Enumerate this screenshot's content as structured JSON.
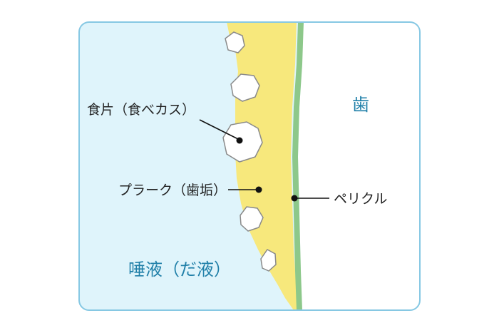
{
  "labels": {
    "tooth": "歯",
    "saliva": "唾液（だ液）",
    "food_debris": "食片（食べカス）",
    "plaque": "プラーク（歯垢）",
    "pellicle": "ペリクル"
  },
  "colors": {
    "saliva_fill": "#dff4fb",
    "frame_stroke": "#86c8e3",
    "plaque_fill": "#f7e87c",
    "pellicle_fill": "#8dc88a",
    "tooth_fill": "#ffffff",
    "food_fill": "#ffffff",
    "food_stroke": "#8a8a8a",
    "label_blue": "#1f7fa8",
    "leader": "#111111"
  }
}
